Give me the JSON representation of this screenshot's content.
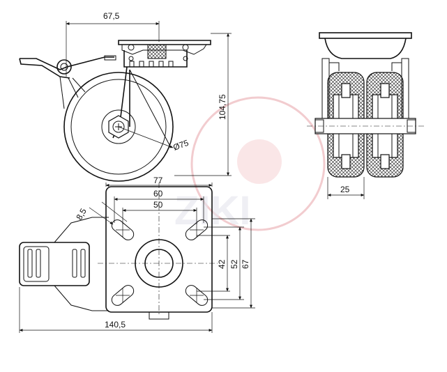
{
  "colors": {
    "line": "#111111",
    "watermark": "#e8a3a8",
    "background": "#ffffff"
  },
  "dimensions": {
    "width_offset": "67,5",
    "height_total": "104,75",
    "wheel_diameter": "Ø75",
    "wheel_width": "25",
    "plate_width": "77",
    "bolt_spacing_outer": "60",
    "bolt_spacing_inner": "50",
    "slot_width": "8,5",
    "bolt_spacing_v_inner": "42",
    "bolt_spacing_v_outer": "52",
    "plate_height": "67",
    "overall_length": "140,5"
  },
  "watermark": {
    "text": "ZIKI"
  }
}
